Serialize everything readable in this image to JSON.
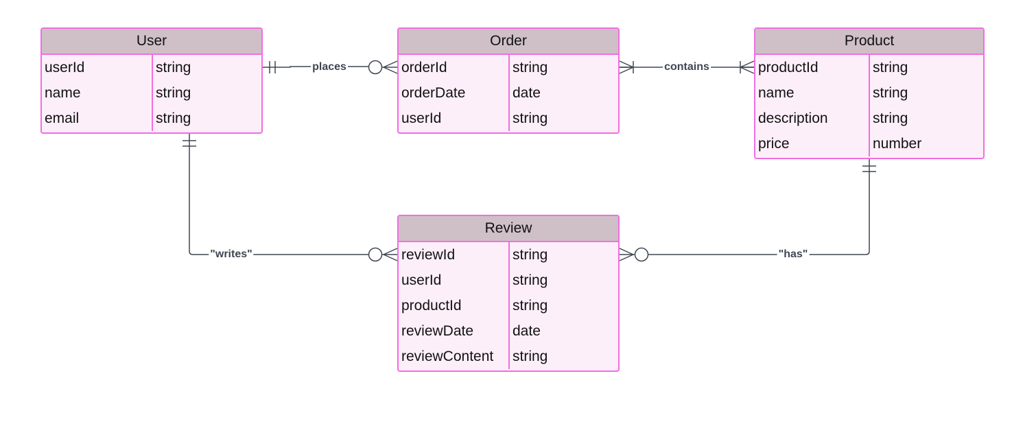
{
  "entities": [
    {
      "id": "user",
      "name": "User",
      "attributes": [
        {
          "name": "userId",
          "type": "string"
        },
        {
          "name": "name",
          "type": "string"
        },
        {
          "name": "email",
          "type": "string"
        }
      ]
    },
    {
      "id": "order",
      "name": "Order",
      "attributes": [
        {
          "name": "orderId",
          "type": "string"
        },
        {
          "name": "orderDate",
          "type": "date"
        },
        {
          "name": "userId",
          "type": "string"
        }
      ]
    },
    {
      "id": "product",
      "name": "Product",
      "attributes": [
        {
          "name": "productId",
          "type": "string"
        },
        {
          "name": "name",
          "type": "string"
        },
        {
          "name": "description",
          "type": "string"
        },
        {
          "name": "price",
          "type": "number"
        }
      ]
    },
    {
      "id": "review",
      "name": "Review",
      "attributes": [
        {
          "name": "reviewId",
          "type": "string"
        },
        {
          "name": "userId",
          "type": "string"
        },
        {
          "name": "productId",
          "type": "string"
        },
        {
          "name": "reviewDate",
          "type": "date"
        },
        {
          "name": "reviewContent",
          "type": "string"
        }
      ]
    }
  ],
  "relationships": [
    {
      "from": "user",
      "to": "order",
      "label": "places",
      "from_cardinality": "exactly-one",
      "to_cardinality": "zero-or-more"
    },
    {
      "from": "order",
      "to": "product",
      "label": "contains",
      "from_cardinality": "one-or-more",
      "to_cardinality": "one-or-more"
    },
    {
      "from": "user",
      "to": "review",
      "label": "\"writes\"",
      "from_cardinality": "exactly-one",
      "to_cardinality": "zero-or-more"
    },
    {
      "from": "product",
      "to": "review",
      "label": "\"has\"",
      "from_cardinality": "exactly-one",
      "to_cardinality": "zero-or-more"
    }
  ],
  "colors": {
    "entity_border": "#f06ee0",
    "entity_fill": "#fdeffa",
    "header_fill": "#cfc0c8",
    "edge": "#3f4652"
  }
}
